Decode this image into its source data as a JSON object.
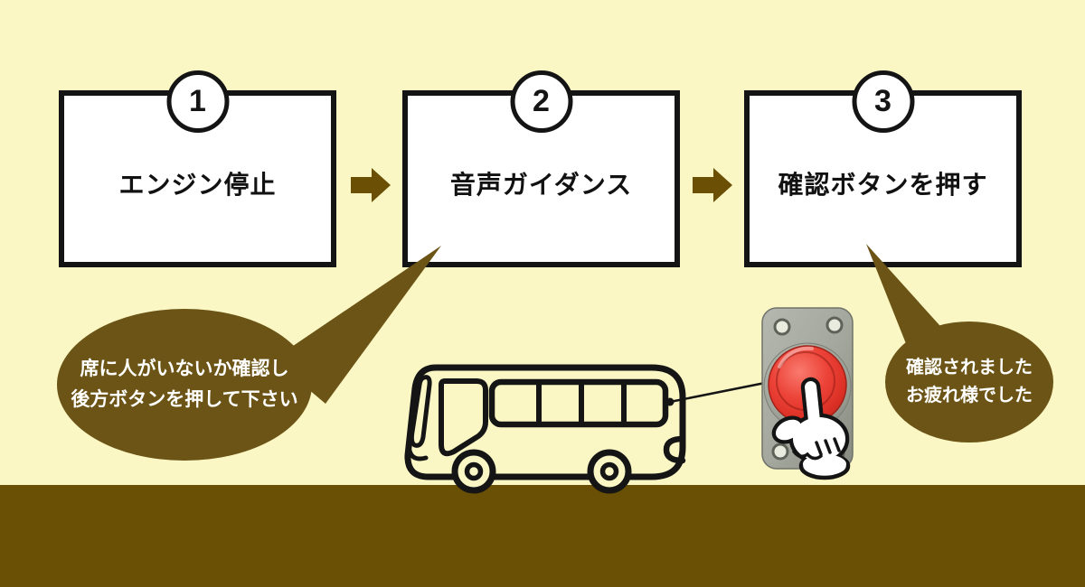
{
  "steps": [
    {
      "number": "1",
      "label": "エンジン停止"
    },
    {
      "number": "2",
      "label": "音声ガイダンス"
    },
    {
      "number": "3",
      "label": "確認ボタンを押す"
    }
  ],
  "speech_bubbles": {
    "left": {
      "lines": [
        "席に人がいないか確認し",
        "後方ボタンを押して下さい"
      ]
    },
    "right": {
      "lines": [
        "確認されました",
        "お疲れ様でした"
      ]
    }
  },
  "icons": {
    "arrow_right": "solid block arrow pointing right",
    "bus": "outline illustration of a bus (side view)",
    "red_button": "red push button on gray mounting plate",
    "pointing_hand": "white cartoon glove pressing the button"
  },
  "colors": {
    "background": "#FBF7C5",
    "ground_bar": "#6A5004",
    "bubble_brown": "#6B5415",
    "arrow_brown": "#6A4F05",
    "box_border": "#141414",
    "box_fill": "#FFFFFF",
    "bubble_text": "#FFFFFF",
    "button_red": "#E8382C",
    "plate_gray": "#A3A69C"
  }
}
